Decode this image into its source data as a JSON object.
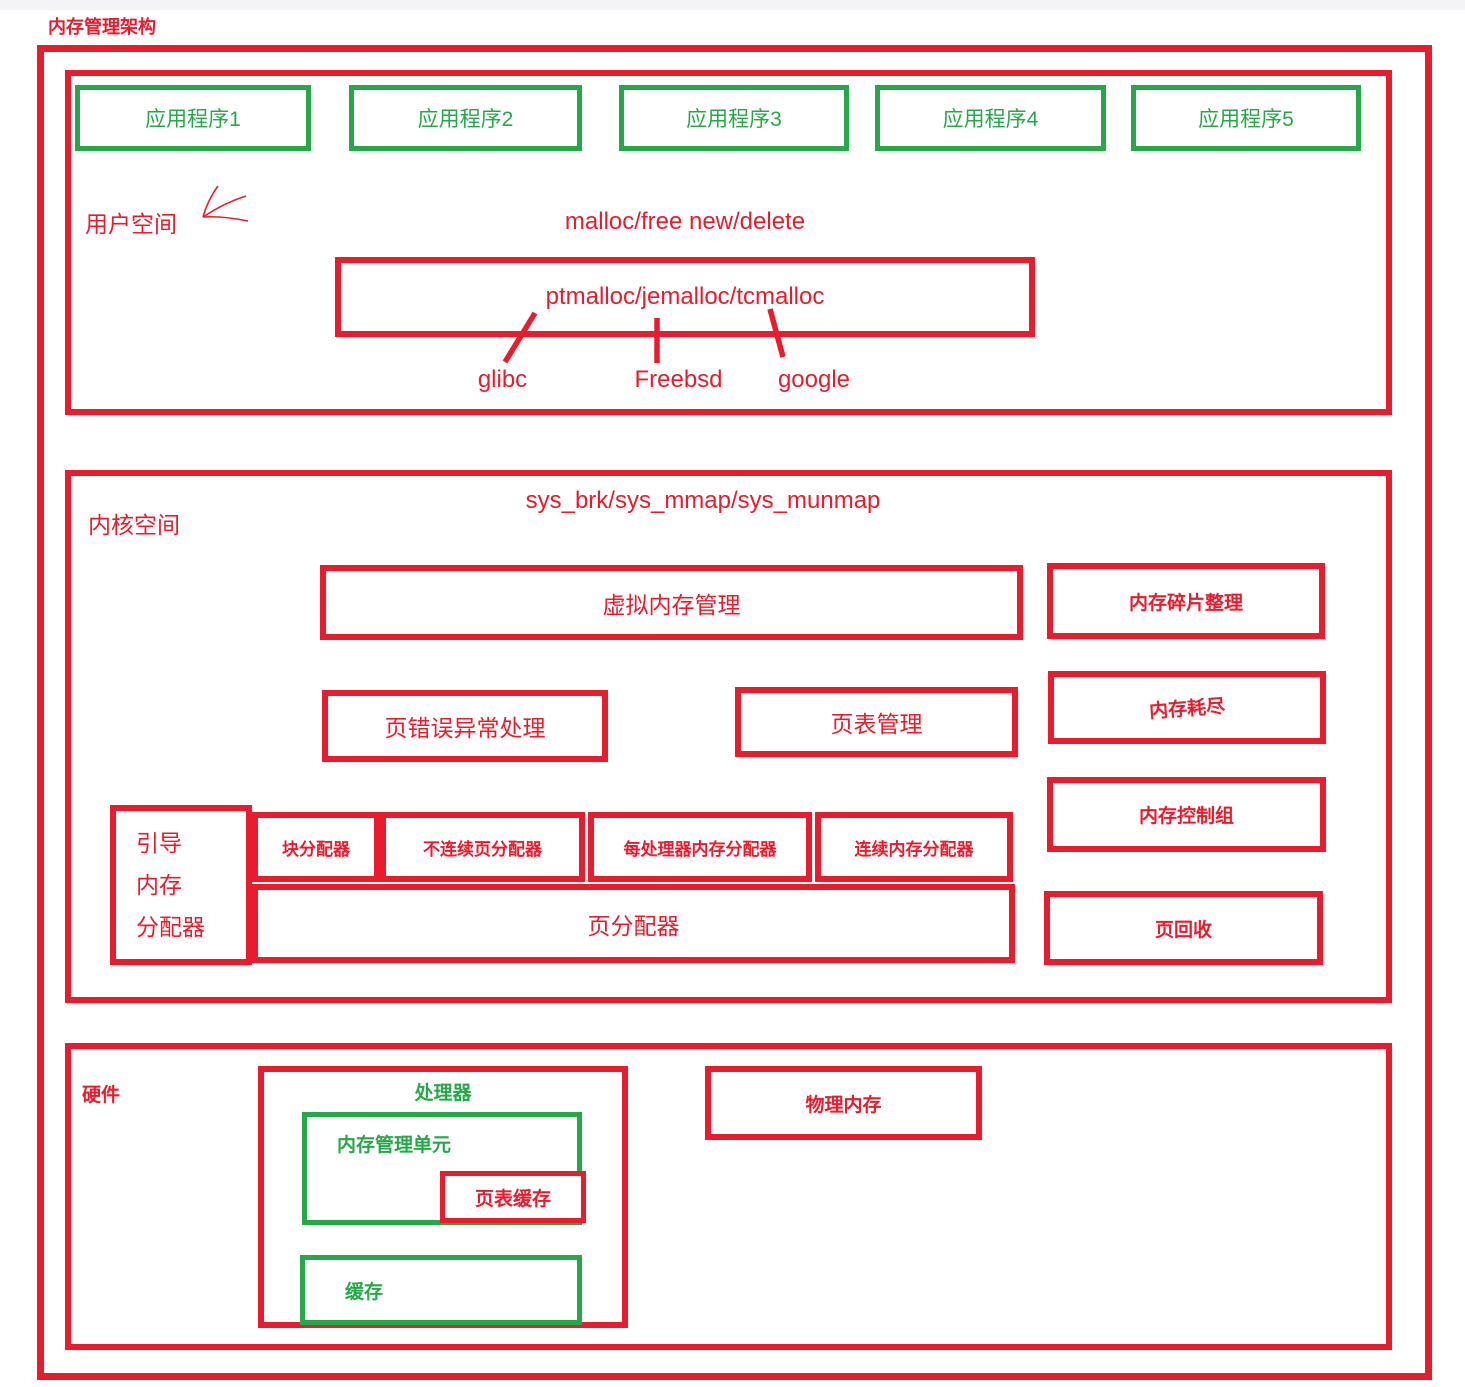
{
  "colors": {
    "red": "#e81c2c",
    "green": "#26a849"
  },
  "title": "内存管理架构",
  "user_space": {
    "label": "用户空间",
    "apps": [
      "应用程序1",
      "应用程序2",
      "应用程序3",
      "应用程序4",
      "应用程序5"
    ],
    "api_label": "malloc/free new/delete",
    "allocator_box": "ptmalloc/jemalloc/tcmalloc",
    "impl_glibc": "glibc",
    "impl_freebsd": "Freebsd",
    "impl_google": "google"
  },
  "kernel_space": {
    "label": "内核空间",
    "syscalls_label": "sys_brk/sys_mmap/sys_munmap",
    "virtual_memory": "虚拟内存管理",
    "defrag": "内存碎片整理",
    "page_fault": "页错误异常处理",
    "page_table": "页表管理",
    "oom": "内存耗尽",
    "memcg": "内存控制组",
    "boot_allocator_lines": [
      "引导",
      "内存",
      "分配器"
    ],
    "block_allocator": "块分配器",
    "discontig_page_allocator": "不连续页分配器",
    "percpu_allocator": "每处理器内存分配器",
    "contig_allocator": "连续内存分配器",
    "page_allocator": "页分配器",
    "page_reclaim": "页回收"
  },
  "hardware": {
    "label": "硬件",
    "processor": "处理器",
    "mmu": "内存管理单元",
    "tlb": "页表缓存",
    "cache": "缓存",
    "physical_memory": "物理内存"
  }
}
